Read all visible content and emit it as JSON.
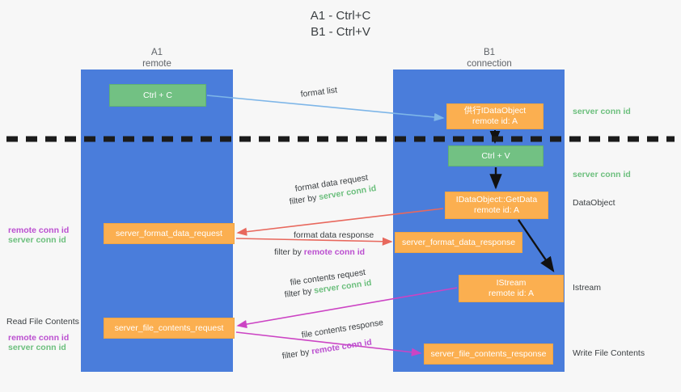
{
  "title": {
    "line1": "A1 - Ctrl+C",
    "line2": "B1 - Ctrl+V"
  },
  "lanes": [
    {
      "id": "A1",
      "name": "A1",
      "sub": "remote"
    },
    {
      "id": "B1",
      "name": "B1",
      "sub": "connection"
    }
  ],
  "boxes": {
    "ctrl_c": {
      "label": "Ctrl + C",
      "color": "#72c183"
    },
    "idataobject": {
      "line1": "供行IDataObject",
      "line2": "remote id: A",
      "color": "#fbaf50"
    },
    "ctrl_v": {
      "label": "Ctrl + V",
      "color": "#72c183"
    },
    "getdata": {
      "line1": "IDataObject::GetData",
      "line2": "remote id: A",
      "color": "#fbaf50"
    },
    "server_format_data_request": {
      "label": "server_format_data_request",
      "color": "#fbaf50"
    },
    "server_format_data_response": {
      "label": "server_format_data_response",
      "color": "#fbaf50"
    },
    "istream": {
      "line1": "IStream",
      "line2": "remote id: A",
      "color": "#fbaf50"
    },
    "server_file_contents_request": {
      "label": "server_file_contents_request",
      "color": "#fbaf50"
    },
    "server_file_contents_response": {
      "label": "server_file_contents_response",
      "color": "#fbaf50"
    }
  },
  "edge_labels": {
    "format_list": "format list",
    "format_data_request": "format data request",
    "format_data_request_filter_prefix": "filter by ",
    "format_data_request_filter_value": "server conn id",
    "format_data_response": "format data response",
    "format_data_response_filter_prefix": "filter by ",
    "format_data_response_filter_value": "remote conn id",
    "file_contents_request": "file contents request",
    "file_contents_request_filter_prefix": "filter by ",
    "file_contents_request_filter_value": "server conn id",
    "file_contents_response": "file contents response",
    "file_contents_response_filter_prefix": "filter by ",
    "file_contents_response_filter_value": "remote conn id"
  },
  "annotations": {
    "right_server_conn_id_top": "server conn id",
    "right_server_conn_id_mid": "server conn id",
    "data_object": "DataObject",
    "istream": "Istream",
    "write_file_contents": "Write File Contents",
    "left_remote_conn_id_1": "remote conn id",
    "left_server_conn_id_1": "server conn id",
    "read_file_contents": "Read File Contents",
    "left_remote_conn_id_2": "remote conn id",
    "left_server_conn_id_2": "server conn id"
  },
  "colors": {
    "lane": "#4a7ddb",
    "green": "#72c183",
    "orange": "#fbaf50",
    "green_text": "#6cbf7d",
    "purple_text": "#bb4fd0",
    "arrow_blue": "#7eb6e8",
    "arrow_red": "#e8685d",
    "arrow_magenta": "#cc44c4",
    "arrow_black": "#000000",
    "divider": "#1b1b1b",
    "background": "#f7f7f7"
  }
}
